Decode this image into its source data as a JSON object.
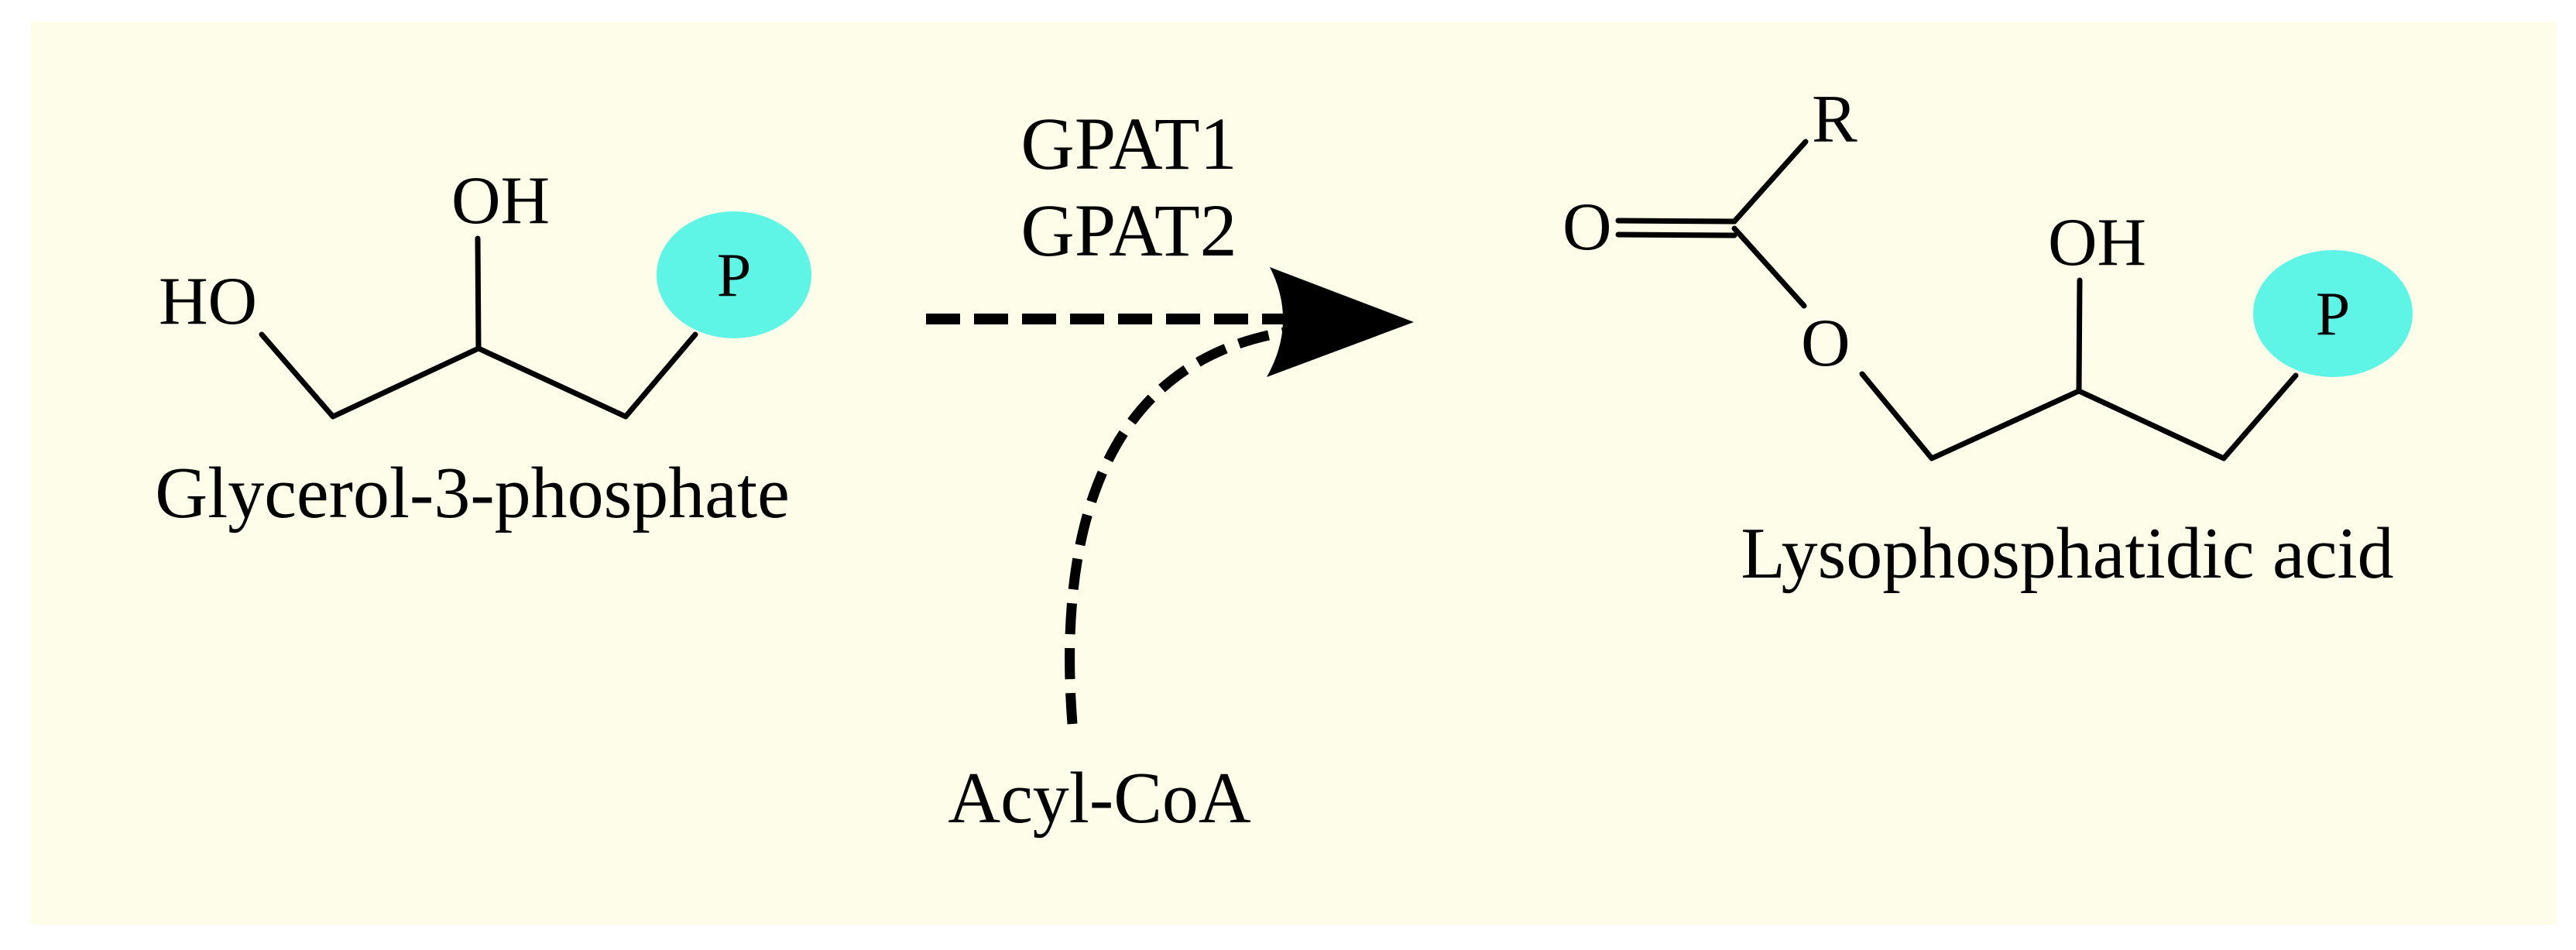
{
  "colors": {
    "panel_background": "#fdfde9",
    "phosphate_fill": "#5ff5e6",
    "line": "#000000"
  },
  "reactant": {
    "name": "Glycerol-3-phosphate",
    "atoms": {
      "hydroxyl_left": "HO",
      "hydroxyl_top": "OH",
      "phosphate": "P"
    }
  },
  "enzymes": [
    "GPAT1",
    "GPAT2"
  ],
  "cosubstrate": "Acyl-CoA",
  "product": {
    "name": "Lysophosphatidic acid",
    "atoms": {
      "carbonyl_o": "O",
      "r_group": "R",
      "ester_o": "O",
      "hydroxyl_top": "OH",
      "phosphate": "P"
    }
  }
}
